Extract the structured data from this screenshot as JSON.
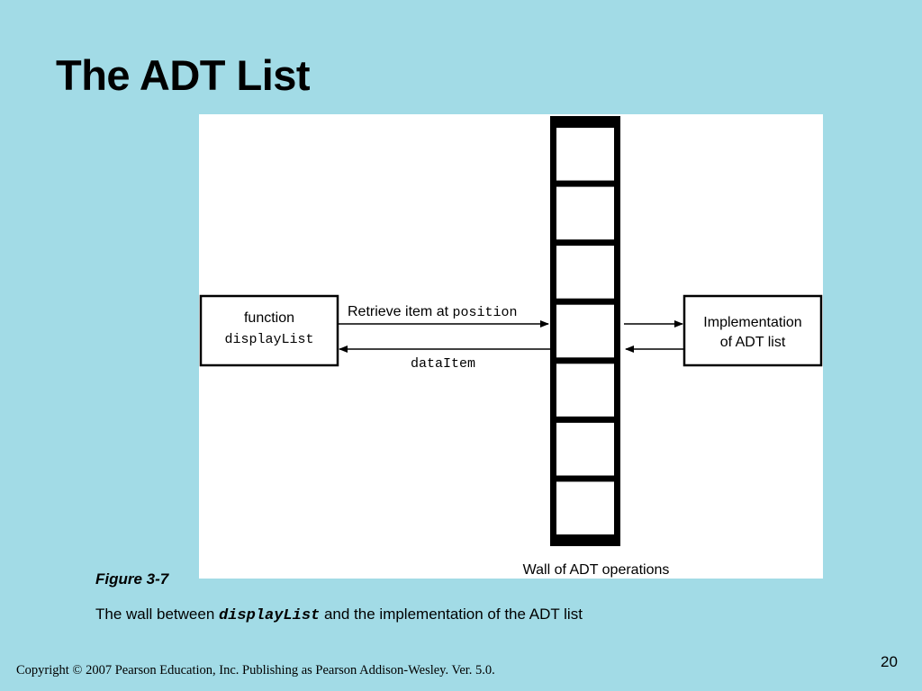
{
  "slide": {
    "title": "The ADT List",
    "page_number": "20",
    "copyright": "Copyright © 2007 Pearson Education, Inc. Publishing as Pearson Addison-Wesley. Ver. 5.0."
  },
  "figure": {
    "label": "Figure 3-7",
    "caption_prefix": "The wall between ",
    "caption_code": "displayList",
    "caption_suffix": " and the implementation of the ADT list",
    "left_box": {
      "line1": "function",
      "line2": "displayList"
    },
    "right_box": {
      "line1": "Implementation",
      "line2": "of ADT list"
    },
    "arrow_top_text": "Retrieve item at ",
    "arrow_top_code": "position",
    "arrow_bottom_code": "dataItem",
    "wall_label": "Wall of ADT operations",
    "wall_cell_count": 7
  }
}
